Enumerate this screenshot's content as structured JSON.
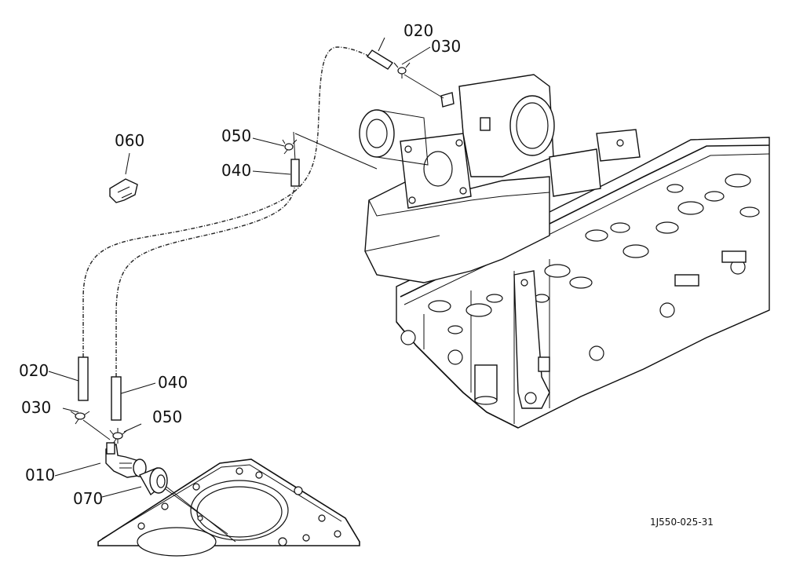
{
  "diagram": {
    "callouts": {
      "c020_top": "020",
      "c030_top": "030",
      "c050_top": "050",
      "c040_top": "040",
      "c060": "060",
      "c020_bottom": "020",
      "c040_bottom": "040",
      "c030_bottom": "030",
      "c050_bottom": "050",
      "c010": "010",
      "c070": "070"
    },
    "drawing_number": "1J550-025-31"
  }
}
